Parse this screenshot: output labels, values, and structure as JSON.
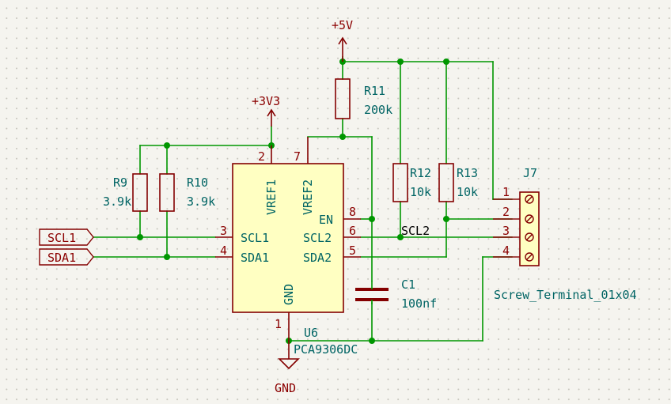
{
  "power": {
    "p5v": "+5V",
    "p3v3": "+3V3",
    "gnd": "GND"
  },
  "resistors": {
    "r11": {
      "ref": "R11",
      "value": "200k"
    },
    "r9": {
      "ref": "R9",
      "value": "3.9k"
    },
    "r10": {
      "ref": "R10",
      "value": "3.9k"
    },
    "r12": {
      "ref": "R12",
      "value": "10k"
    },
    "r13": {
      "ref": "R13",
      "value": "10k"
    }
  },
  "capacitor": {
    "ref": "C1",
    "value": "100nf"
  },
  "ic": {
    "ref": "U6",
    "value": "PCA9306DC",
    "pins": {
      "vref1": {
        "name": "VREF1",
        "num": "2"
      },
      "vref2": {
        "name": "VREF2",
        "num": "7"
      },
      "en": {
        "name": "EN",
        "num": "8"
      },
      "scl1": {
        "name": "SCL1",
        "num": "3"
      },
      "sda1": {
        "name": "SDA1",
        "num": "4"
      },
      "scl2": {
        "name": "SCL2",
        "num": "6"
      },
      "sda2": {
        "name": "SDA2",
        "num": "5"
      },
      "gnd": {
        "name": "GND",
        "num": "1"
      }
    }
  },
  "connector": {
    "ref": "J7",
    "value": "Screw_Terminal_01x04",
    "pins": [
      "1",
      "2",
      "3",
      "4"
    ]
  },
  "labels": {
    "scl1": "SCL1",
    "sda1": "SDA1",
    "scl2_net": "SCL2"
  },
  "colors": {
    "wire": "#009600",
    "symbol": "#840000",
    "body_fill": "#ffffc2",
    "ref_text": "#006464",
    "pin_text": "#8b0000"
  }
}
